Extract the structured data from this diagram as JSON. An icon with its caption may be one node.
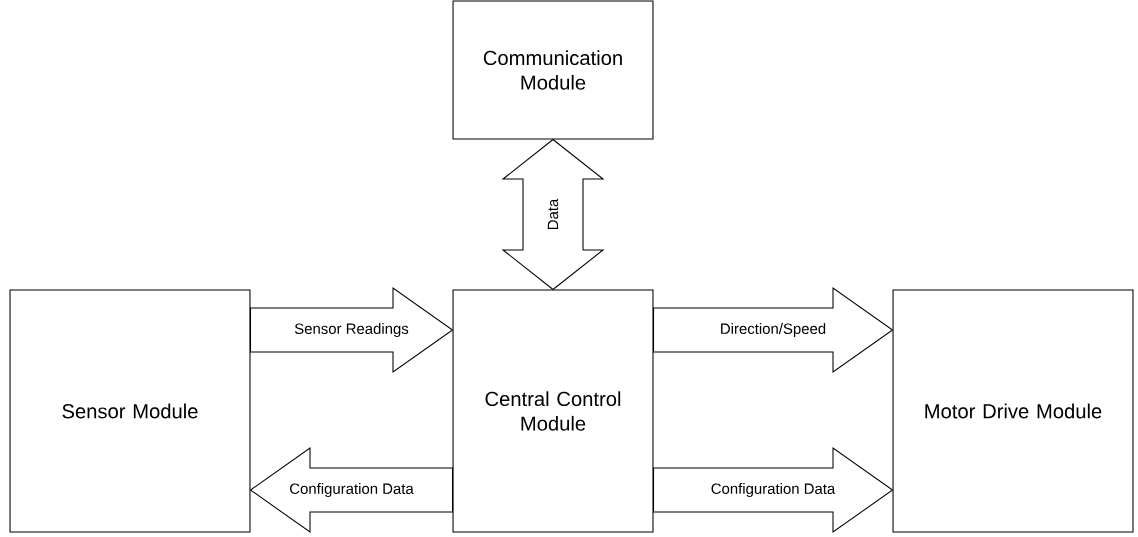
{
  "diagram": {
    "nodes": [
      {
        "text": [
          "Communication Module"
        ]
      },
      {
        "text": [
          "Sensor Module"
        ]
      },
      {
        "text": [
          "Central Control Module"
        ]
      },
      {
        "text": [
          "Motor Drive Module"
        ]
      }
    ],
    "edges": [
      {
        "from": 0,
        "to": 2,
        "arrow": "both",
        "label": "Data"
      },
      {
        "from": 1,
        "to": 2,
        "arrow": "to",
        "label": "Sensor Readings"
      },
      {
        "from": 2,
        "to": 1,
        "arrow": "to",
        "label": "Configuration Data"
      },
      {
        "from": 2,
        "to": 3,
        "arrow": "to",
        "label": "Direction/Speed"
      },
      {
        "from": 2,
        "to": 3,
        "arrow": "to",
        "label": "Configuration Data"
      }
    ]
  }
}
